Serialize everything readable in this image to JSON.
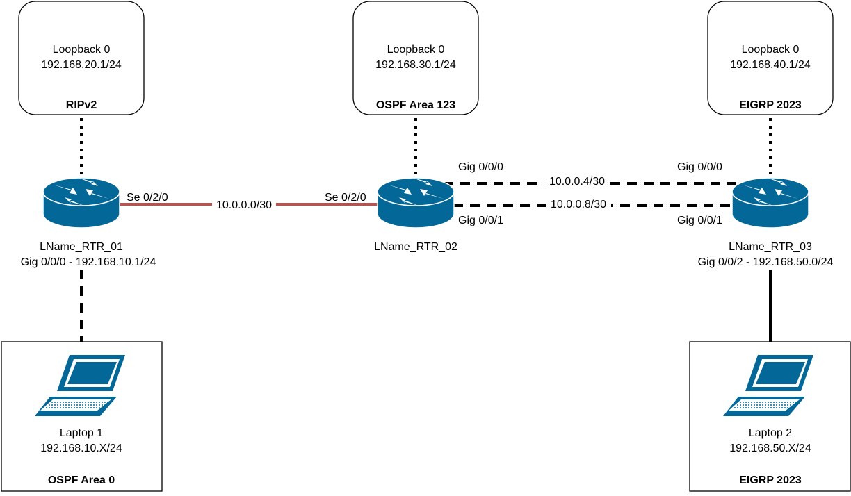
{
  "colors": {
    "router_fill": "#036897",
    "router_top": "#02557c",
    "serial_link": "#b85450",
    "stroke": "#000000",
    "laptop_fill": "#036897"
  },
  "loopbacks": {
    "r1": {
      "line1": "Loopback 0",
      "line2": "192.168.20.1/24",
      "protocol": "RIPv2"
    },
    "r2": {
      "line1": "Loopback 0",
      "line2": "192.168.30.1/24",
      "protocol": "OSPF Area 123"
    },
    "r3": {
      "line1": "Loopback 0",
      "line2": "192.168.40.1/24",
      "protocol": "EIGRP 2023"
    }
  },
  "routers": {
    "r1": {
      "icon": "router-icon",
      "name": "LName_RTR_01",
      "interface": "Gig 0/0/0 - 192.168.10.1/24"
    },
    "r2": {
      "icon": "router-icon",
      "name": "LName_RTR_02"
    },
    "r3": {
      "icon": "router-icon",
      "name": "LName_RTR_03",
      "interface": "Gig 0/0/2 - 192.168.50.0/24"
    }
  },
  "links": {
    "serial": {
      "left_port": "Se 0/2/0",
      "network": "10.0.0.0/30",
      "right_port": "Se 0/2/0"
    },
    "gig0": {
      "left_port": "Gig 0/0/0",
      "network": "10.0.0.4/30",
      "right_port": "Gig 0/0/0"
    },
    "gig1": {
      "left_port": "Gig 0/0/1",
      "network": "10.0.0.8/30",
      "right_port": "Gig 0/0/1"
    }
  },
  "laptops": {
    "l1": {
      "icon": "laptop-icon",
      "name": "Laptop 1",
      "address": "192.168.10.X/24",
      "protocol": "OSPF Area 0"
    },
    "l2": {
      "icon": "laptop-icon",
      "name": "Laptop 2",
      "address": "192.168.50.X/24",
      "protocol": "EIGRP 2023"
    }
  }
}
